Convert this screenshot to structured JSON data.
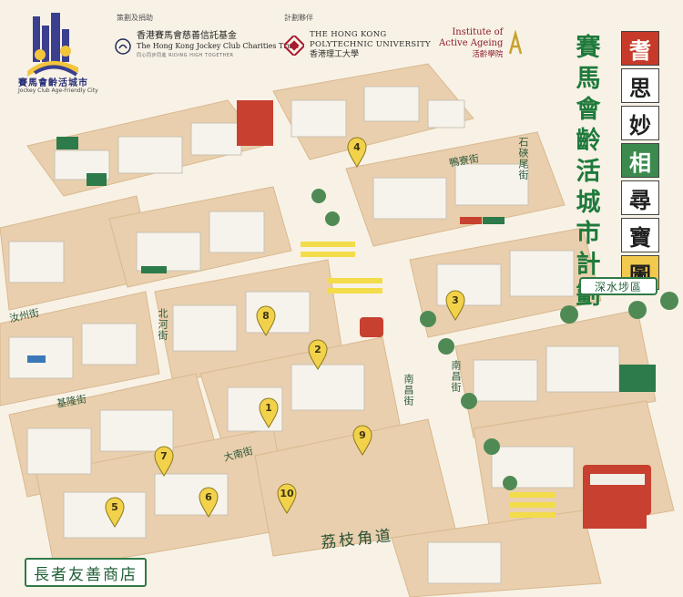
{
  "header": {
    "logo_name": "賽馬會齡活城市",
    "logo_en": "Jockey Club Age-Friendly City",
    "sponsor_label": "策劃及捐助",
    "sponsor_zh": "香港賽馬會慈善信託基金",
    "sponsor_en": "The Hong Kong Jockey Club Charities Trust",
    "sponsor_tag": "同心同步同進 RIDING HIGH TOGETHER",
    "organizer_label": "計劃夥伴",
    "polyu_en_1": "THE HONG KONG",
    "polyu_en_2": "POLYTECHNIC UNIVERSITY",
    "polyu_zh": "香港理工大學",
    "iaa_en_1": "Institute of",
    "iaa_en_2": "Active Ageing",
    "iaa_zh": "活齡學院"
  },
  "title": {
    "vertical": [
      "賽",
      "馬",
      "會",
      "齡",
      "活",
      "城",
      "市",
      "計",
      "劃"
    ],
    "tiles": [
      {
        "char": "耆",
        "bg": "#c73a2a",
        "fg": "#ffffff"
      },
      {
        "char": "思",
        "bg": "#ffffff",
        "fg": "#1f1f1f"
      },
      {
        "char": "妙",
        "bg": "#ffffff",
        "fg": "#1f1f1f"
      },
      {
        "char": "相",
        "bg": "#3c8a4e",
        "fg": "#ffffff"
      },
      {
        "char": "尋",
        "bg": "#ffffff",
        "fg": "#1f1f1f"
      },
      {
        "char": "寶",
        "bg": "#ffffff",
        "fg": "#1f1f1f"
      },
      {
        "char": "圖",
        "bg": "#f2c94c",
        "fg": "#1f1f1f"
      }
    ]
  },
  "district": "深水埗區",
  "legend": "長者友善商店",
  "streets": {
    "ki_lung": "基隆街",
    "yu_chau": "汝州街",
    "pak_ho": "北河街",
    "tai_nam": "大南街",
    "lai_chi_kok": "荔枝角道",
    "nam_cheong_1": "南昌街",
    "nam_cheong_2": "南昌街",
    "apliu": "鴨寮街",
    "shek_kip_mei": "石硤尾街"
  },
  "pins": [
    {
      "label": "1"
    },
    {
      "label": "2"
    },
    {
      "label": "3"
    },
    {
      "label": "4"
    },
    {
      "label": "5"
    },
    {
      "label": "6"
    },
    {
      "label": "7"
    },
    {
      "label": "8"
    },
    {
      "label": "9"
    },
    {
      "label": "10"
    }
  ],
  "colors": {
    "road": "#f6efe0",
    "block": "#e7c9a4",
    "building": "#f4f1ea",
    "accent_green": "#2f7a46",
    "pin": "#f2d24a",
    "crossing": "#f3dc4a"
  },
  "icons": [
    "age-friendly-city-logo",
    "jockey-club-emblem",
    "polyu-emblem",
    "iaa-emblem"
  ]
}
